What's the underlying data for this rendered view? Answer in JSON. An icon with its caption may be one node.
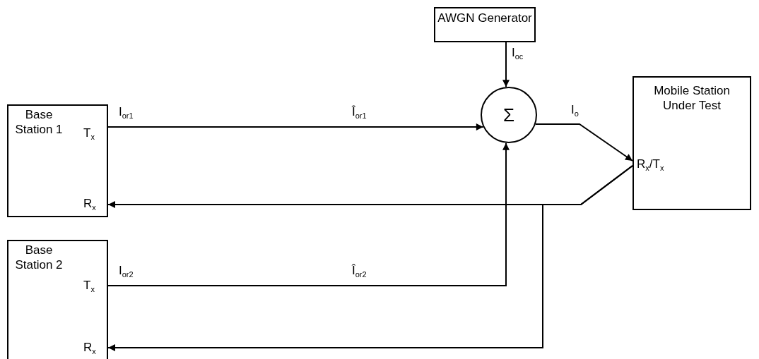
{
  "diagram": {
    "nodes": [
      {
        "text": [
          "AWGN Generator"
        ]
      },
      {
        "text": [
          "Mobile Station Under Test",
          "R$_{x}$/T$_{x}$"
        ]
      },
      {
        "text": [
          "Base Station 1",
          "T$_{x}$",
          "R$_{x}$"
        ],
        "beside": [
          "I$_{or1}$"
        ]
      },
      {
        "text": [
          "Σ"
        ]
      },
      {
        "text": [
          "Base Station 2",
          "T$_{x}$",
          "R$_{x}$"
        ],
        "beside": [
          "I$_{or2}$"
        ]
      }
    ],
    "edges": [
      {
        "from": 2,
        "to": 3,
        "arrow": "to",
        "label": "Î$_{or1}$"
      },
      {
        "from": 0,
        "to": 3,
        "arrow": "to",
        "label": "I$_{oc}$"
      },
      {
        "from": 4,
        "to": 3,
        "arrow": "to",
        "label": "Î$_{or2}$"
      },
      {
        "from": 3,
        "to": 1,
        "arrow": "to",
        "label": "I$_{o}$"
      },
      {
        "from": 1,
        "to": 2,
        "arrow": "to"
      },
      {
        "from": 1,
        "to": 4,
        "arrow": "to"
      }
    ]
  }
}
